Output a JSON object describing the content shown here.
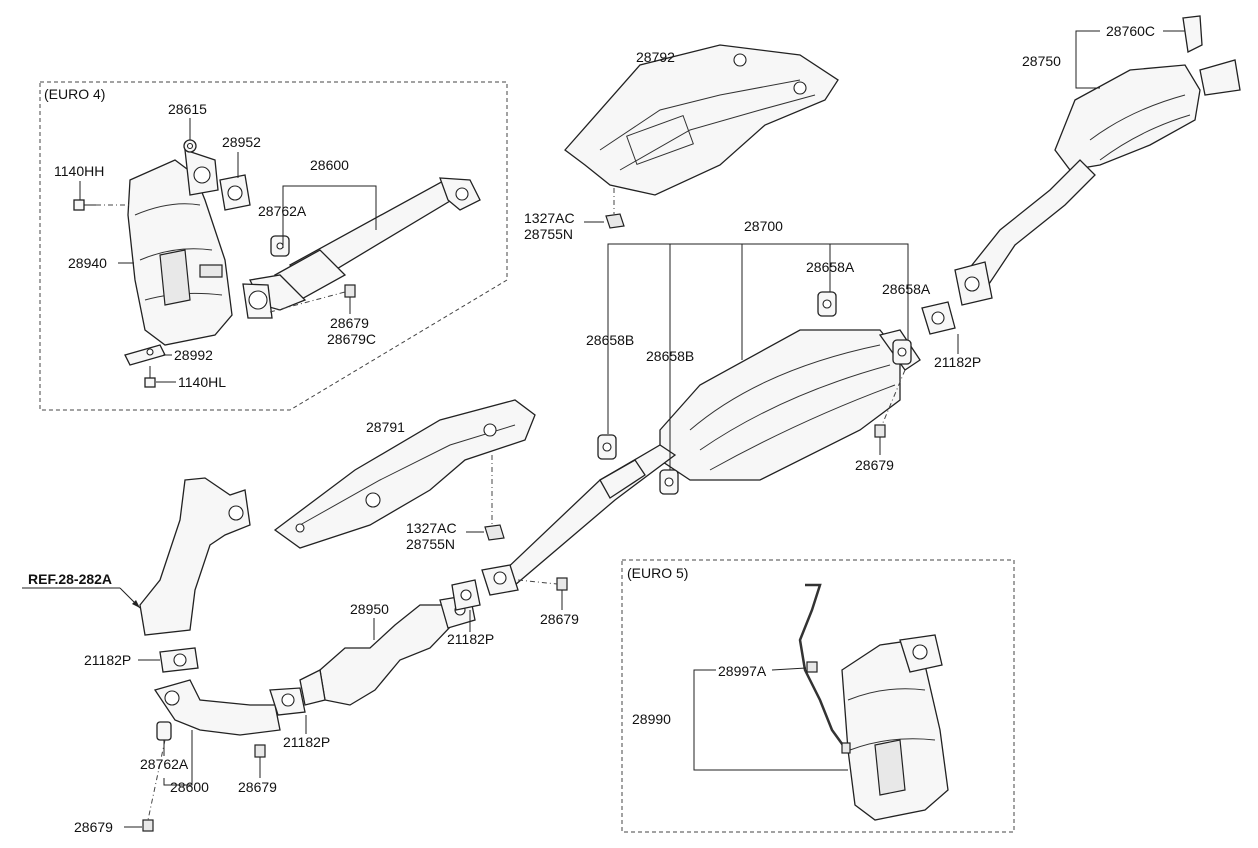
{
  "sections": {
    "euro4": "(EURO 4)",
    "euro5": "(EURO 5)"
  },
  "reference": "REF.28-282A",
  "labels": {
    "p28615": "28615",
    "p28952": "28952",
    "p1140HH": "1140HH",
    "p28600_top": "28600",
    "p28762A_top": "28762A",
    "p28940": "28940",
    "p28679_top": "28679",
    "p28679C": "28679C",
    "p28992": "28992",
    "p1140HL": "1140HL",
    "p28792": "28792",
    "p1327AC_top": "1327AC",
    "p28755N_top": "28755N",
    "p28700": "28700",
    "p28658A_1": "28658A",
    "p28658A_2": "28658A",
    "p28658B_1": "28658B",
    "p28658B_2": "28658B",
    "p21182P_right": "21182P",
    "p28679_right": "28679",
    "p28760C": "28760C",
    "p28750": "28750",
    "p28791": "28791",
    "p1327AC_mid": "1327AC",
    "p28755N_mid": "28755N",
    "p28679_mid": "28679",
    "p28950": "28950",
    "p21182P_mid": "21182P",
    "p21182P_left": "21182P",
    "p21182P_low": "21182P",
    "p28762A_low": "28762A",
    "p28679_low": "28679",
    "p28600_low": "28600",
    "p28679_bottom": "28679",
    "p28997A": "28997A",
    "p28990": "28990"
  }
}
